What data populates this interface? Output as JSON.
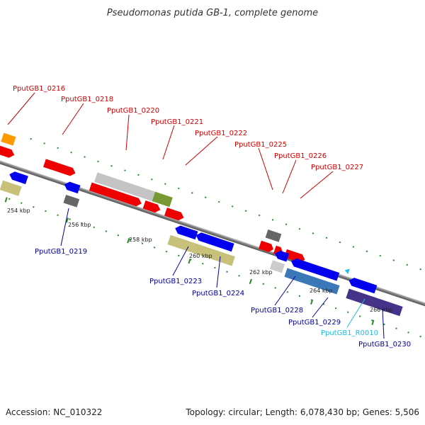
{
  "title": "Pseudomonas putida GB-1, complete genome",
  "footer": {
    "accession": "Accession: NC_010322",
    "topology": "Topology: circular; Length: 6,078,430 bp; Genes: 5,506"
  },
  "scale_labels": [
    "254 kbp",
    "256 kbp",
    "258 kbp",
    "260 kbp",
    "262 kbp",
    "264 kbp",
    "266 kbp"
  ],
  "gene_labels_top": [
    "PputGB1_0216",
    "PputGB1_0218",
    "PputGB1_0220",
    "PputGB1_0221",
    "PputGB1_0222",
    "PputGB1_0225",
    "PputGB1_0226",
    "PputGB1_0227"
  ],
  "gene_labels_bottom": [
    "PputGB1_0219",
    "PputGB1_0223",
    "PputGB1_0224",
    "PputGB1_0228",
    "PputGB1_0229",
    "PputGB1_R0010",
    "PputGB1_0230"
  ],
  "colors": {
    "forward_gene": "#ff0000",
    "reverse_gene": "#0000ee",
    "backbone": "#888888",
    "tick_green": "#2a8a2a",
    "label_red": "#cc0000",
    "label_blue": "#000099",
    "label_cyan": "#22bbdd"
  }
}
